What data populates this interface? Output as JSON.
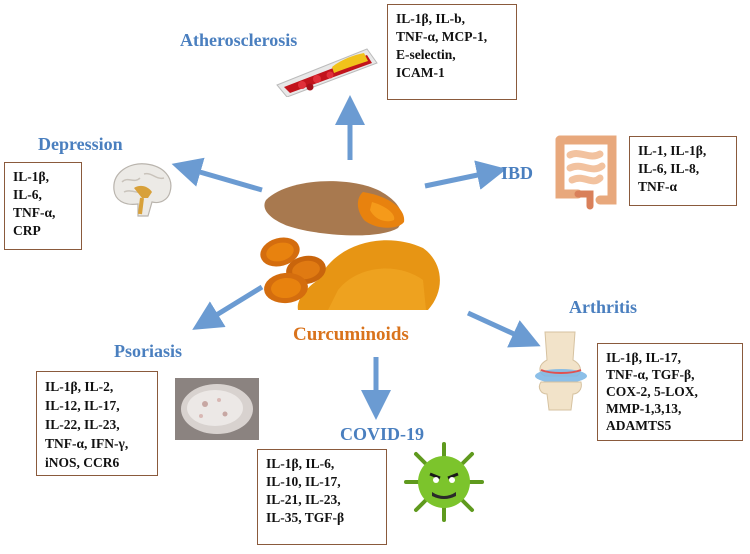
{
  "center": {
    "label": "Curcuminoids"
  },
  "conditions": {
    "atherosclerosis": {
      "label": "Atherosclerosis",
      "markers": [
        "IL-1β, IL-b,",
        "TNF-α, MCP-1,",
        "E-selectin,",
        "ICAM-1"
      ]
    },
    "ibd": {
      "label": "IBD",
      "markers": [
        "IL-1, IL-1β,",
        "IL-6, IL-8,",
        "TNF-α"
      ]
    },
    "depression": {
      "label": "Depression",
      "markers": [
        "IL-1β,",
        "IL-6,",
        "TNF-α,",
        "CRP"
      ]
    },
    "arthritis": {
      "label": "Arthritis",
      "markers": [
        "IL-1β, IL-17,",
        "TNF-α, TGF-β,",
        "COX-2, 5-LOX,",
        "MMP-1,3,13,",
        "ADAMTS5"
      ]
    },
    "psoriasis": {
      "label": "Psoriasis",
      "markers": [
        "IL-1β, IL-2,",
        "IL-12, IL-17,",
        "IL-22, IL-23,",
        "TNF-α, IFN-γ,",
        "iNOS, CCR6"
      ]
    },
    "covid19": {
      "label": "COVID-19",
      "markers": [
        "IL-1β, IL-6,",
        "IL-10, IL-17,",
        "IL-21, IL-23,",
        "IL-35, TGF-β"
      ]
    }
  },
  "colors": {
    "label": "#4a7fbf",
    "center": "#d9731c",
    "arrow": "#6b9bd2",
    "box_border": "#8a5a3c"
  },
  "icons": [
    "turmeric-icon",
    "artery-icon",
    "intestine-icon",
    "brain-icon",
    "knee-joint-icon",
    "skin-icon",
    "virus-icon"
  ]
}
